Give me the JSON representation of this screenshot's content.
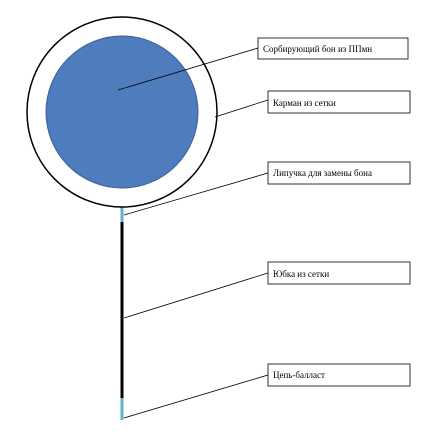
{
  "diagram": {
    "colors": {
      "background": "#ffffff",
      "outer_ring": "#ffffff",
      "outer_ring_stroke": "#000000",
      "inner_circle": "#4f7cbd",
      "inner_circle_stroke": "#3a5f95",
      "rope": "#000000",
      "rope_accent": "#5fb3c8",
      "callout_line": "#000000",
      "label_box_stroke": "#000000"
    },
    "labels": [
      {
        "id": "sorbent-boom",
        "text": "Сорбирующий бон из ППмн"
      },
      {
        "id": "mesh-pocket",
        "text": "Карман из сетки"
      },
      {
        "id": "velcro",
        "text": "Липучка для замены бона"
      },
      {
        "id": "mesh-skirt",
        "text": "Юбка из сетки"
      },
      {
        "id": "ballast-chain",
        "text": "Цепь-балласт"
      }
    ]
  }
}
